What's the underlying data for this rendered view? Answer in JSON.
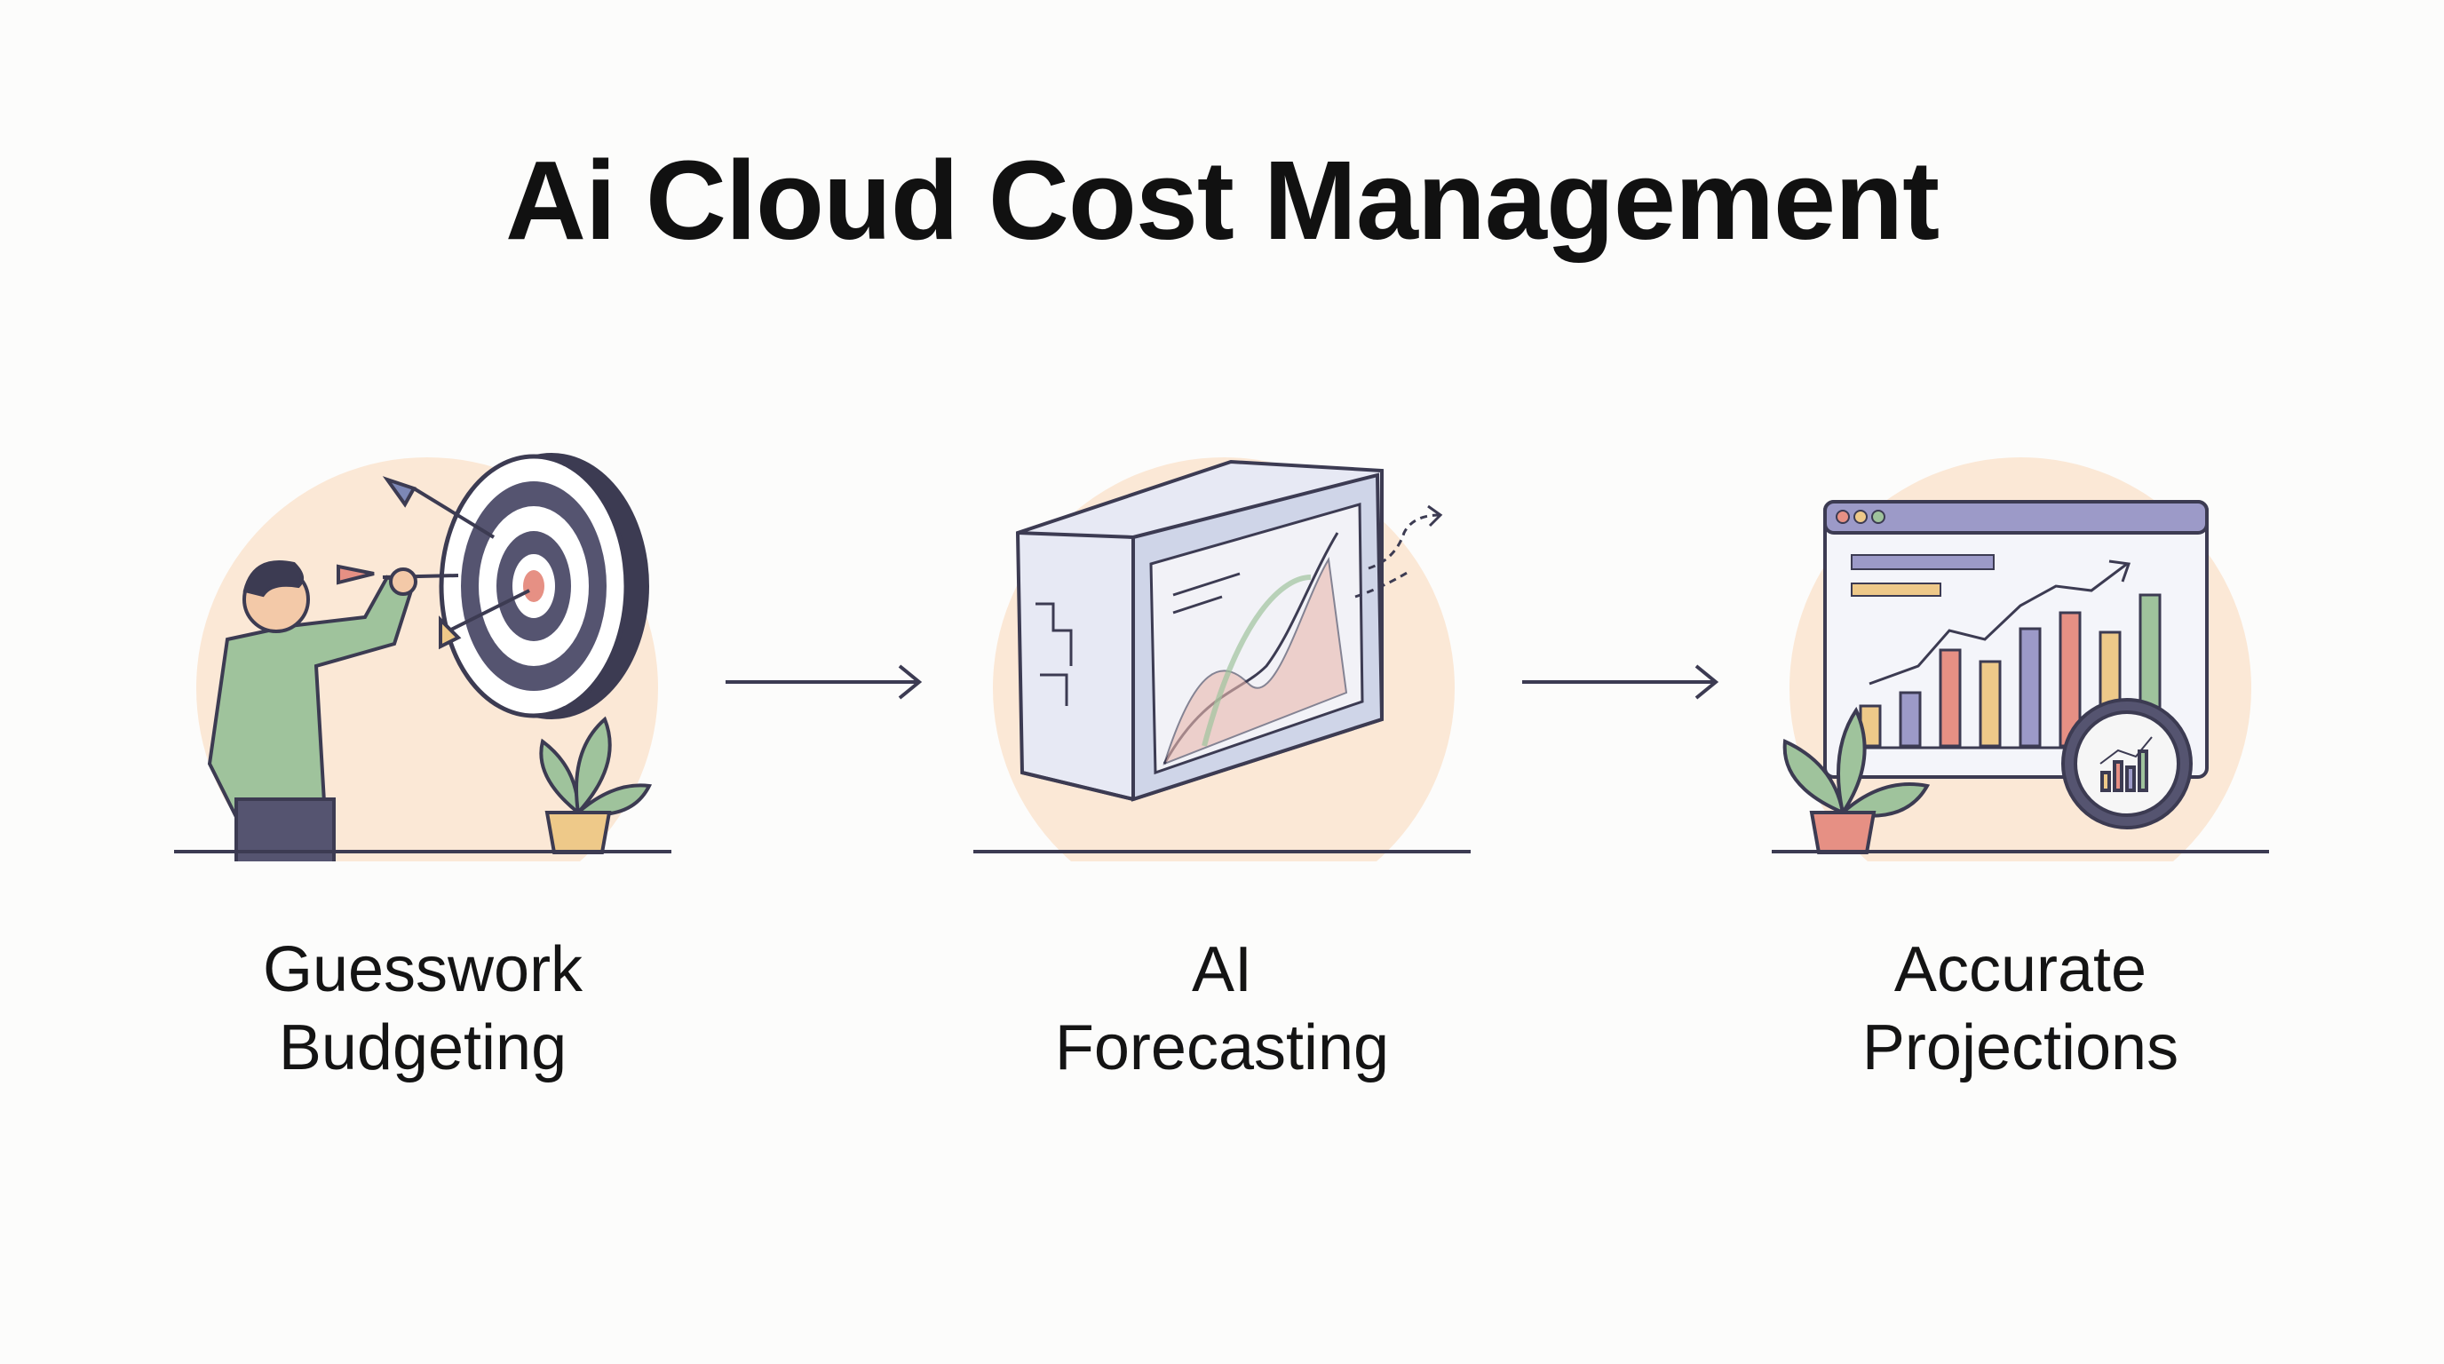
{
  "title": "Ai Cloud Cost Management",
  "steps": [
    {
      "line1": "Guesswork",
      "line2": "Budgeting",
      "icon": "dartboard-person-icon"
    },
    {
      "line1": "AI",
      "line2": "Forecasting",
      "icon": "forecast-screen-icon"
    },
    {
      "line1": "Accurate",
      "line2": "Projections",
      "icon": "analytics-dashboard-icon"
    }
  ],
  "colors": {
    "circle": "#fbe8d6",
    "ink": "#3c3b52",
    "green": "#9fc39c",
    "purple": "#9c9ac8",
    "yellow": "#eec989",
    "red": "#e69084"
  }
}
